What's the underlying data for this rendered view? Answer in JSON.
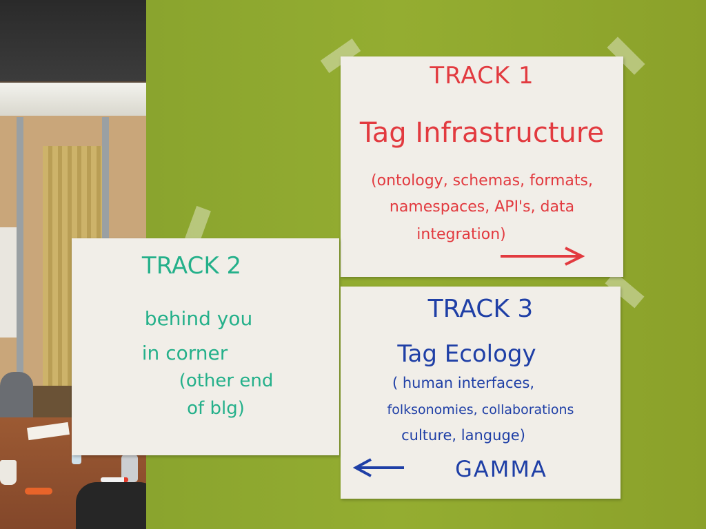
{
  "sign1": {
    "title": "TRACK 1",
    "heading": "Tag Infrastructure",
    "line1": "(ontology, schemas, formats,",
    "line2": "namespaces, API's, data",
    "line3": "integration)",
    "arrow_direction": "right",
    "ink_color": "#e23a3f"
  },
  "sign2": {
    "title": "TRACK 2",
    "line1": "behind you",
    "line2": "in corner",
    "line3": "(other end",
    "line4": "of blg)",
    "ink_color": "#24b08a"
  },
  "sign3": {
    "title": "TRACK 3",
    "heading": "Tag Ecology",
    "line1": "( human interfaces,",
    "line2": "folksonomies, collaborations",
    "line3": "culture, languge)",
    "footer": "GAMMA",
    "arrow_direction": "left",
    "ink_color": "#1f3fa6"
  },
  "colors": {
    "wall": "#94ad31",
    "paper": "#f1eee8"
  }
}
